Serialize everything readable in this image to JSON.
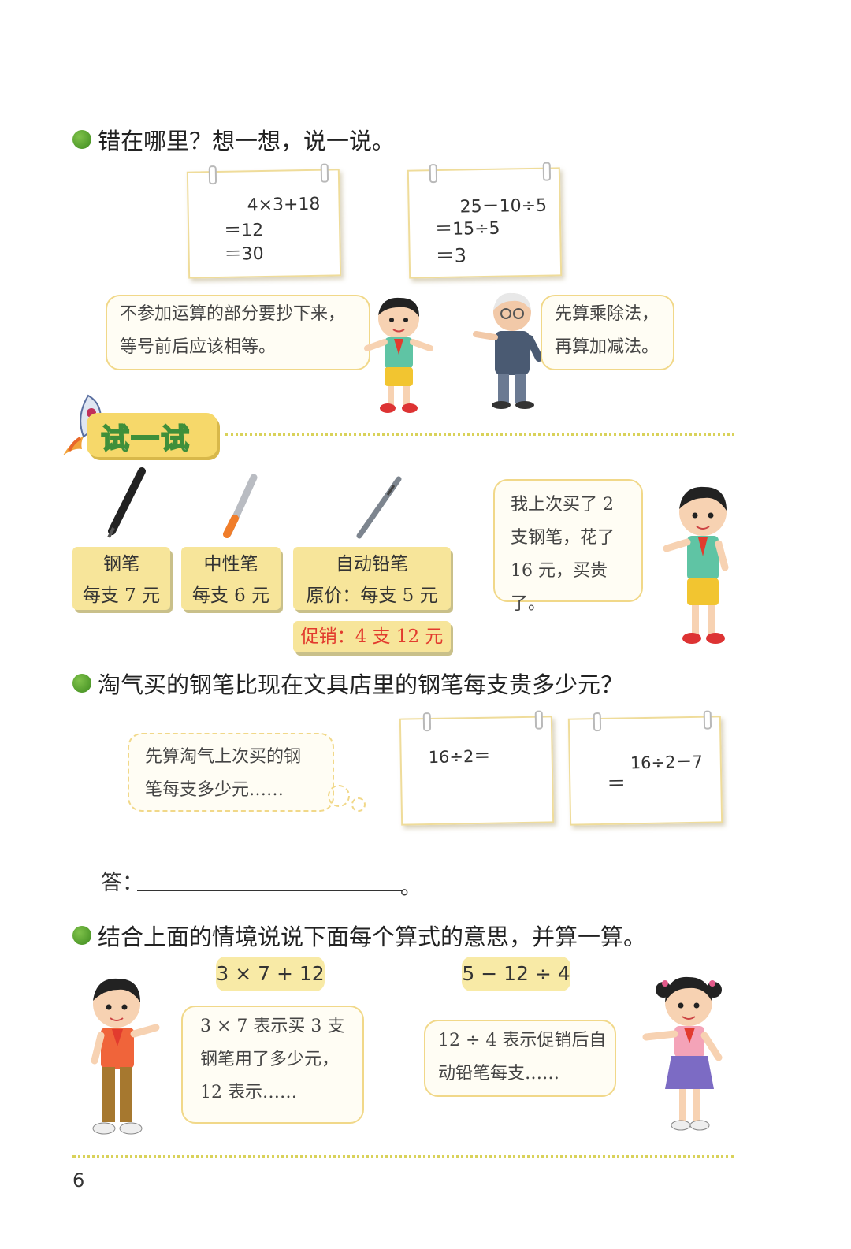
{
  "section1": {
    "question": "错在哪里？想一想，说一说。",
    "note_left": {
      "lines": [
        "4×3+18",
        "＝12",
        "＝30"
      ]
    },
    "note_right": {
      "lines": [
        "25－10÷5",
        "＝15÷5",
        "＝3"
      ]
    },
    "bubble_boy": [
      "不参加运算的部分要抄下来，",
      "等号前后应该相等。"
    ],
    "bubble_grandpa": [
      "先算乘除法，",
      "再算加减法。"
    ]
  },
  "try_banner": {
    "label": "试一试"
  },
  "pens": [
    {
      "name": "钢笔",
      "price": "每支 7 元"
    },
    {
      "name": "中性笔",
      "price": "每支 6 元"
    },
    {
      "name": "自动铅笔",
      "price": "原价：每支 5 元",
      "promo": "促销：4 支 12 元"
    }
  ],
  "bubble_naughty": [
    "我上次买了 2",
    "支钢笔，花了",
    "16 元，买贵了。"
  ],
  "section2": {
    "question": "淘气买的钢笔比现在文具店里的钢笔每支贵多少元？",
    "thought": [
      "先算淘气上次买的钢",
      "笔每支多少元……"
    ],
    "note_a": "16÷2＝",
    "note_b_top": "16÷2－7",
    "note_b_eq": "＝",
    "answer_label": "答：",
    "answer_end": "。"
  },
  "section3": {
    "question": "结合上面的情境说说下面每个算式的意思，并算一算。",
    "expr_left": "3 × 7 + 12",
    "expr_right": "5 − 12 ÷ 4",
    "bubble_left": [
      "3 × 7 表示买 3 支",
      "钢笔用了多少元，",
      "12 表示……"
    ],
    "bubble_right": [
      "12 ÷ 4 表示促销后自",
      "动铅笔每支……"
    ]
  },
  "page_number": "6",
  "colors": {
    "accent_green": "#5aa832",
    "tag_yellow": "#f7e59a",
    "promo_red": "#e23b2e",
    "banner_green": "#3f8f3a"
  }
}
